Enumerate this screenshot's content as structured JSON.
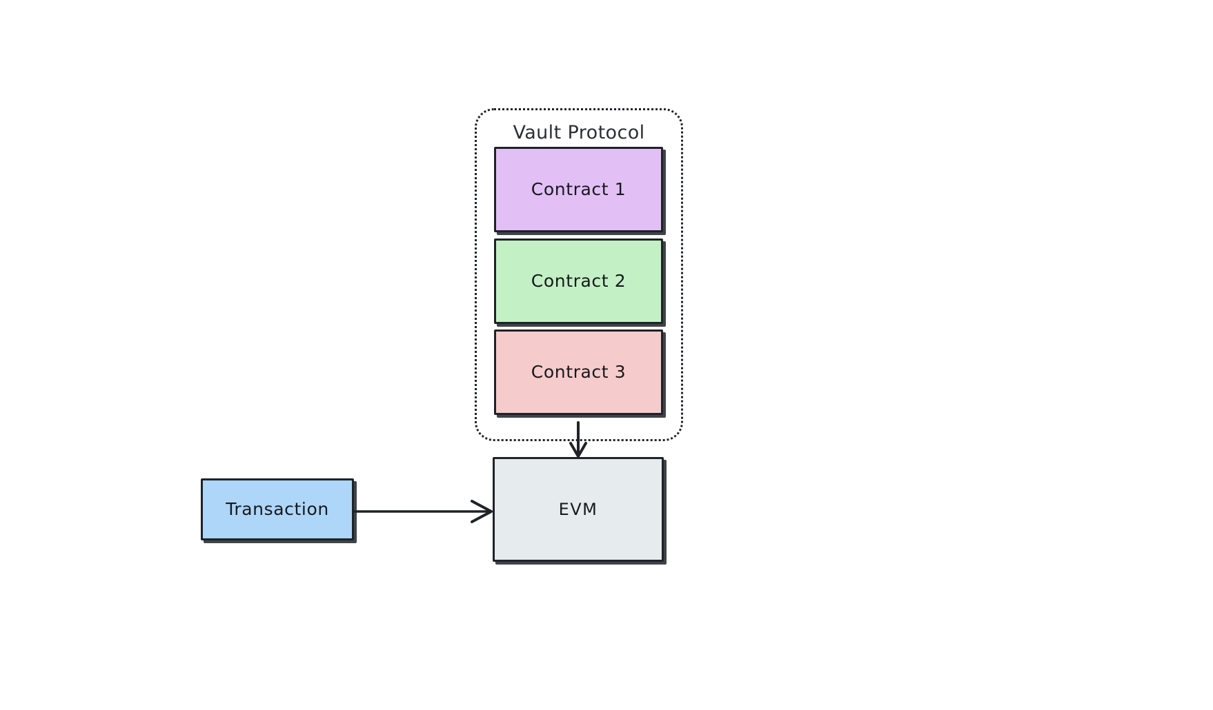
{
  "diagram": {
    "title_visible": false,
    "background": "#ffffff",
    "stroke_color": "#1f2227",
    "groups": [
      {
        "id": "vault-protocol",
        "label": "Vault Protocol",
        "border_style": "dotted",
        "fill": "transparent"
      }
    ],
    "nodes": [
      {
        "id": "contract-1",
        "label": "Contract 1",
        "fill": "#e2c0f5"
      },
      {
        "id": "contract-2",
        "label": "Contract 2",
        "fill": "#c3f0c5"
      },
      {
        "id": "contract-3",
        "label": "Contract 3",
        "fill": "#f6cbcb"
      },
      {
        "id": "evm",
        "label": "EVM",
        "fill": "#e6ebee"
      },
      {
        "id": "transaction",
        "label": "Transaction",
        "fill": "#aed6f8"
      }
    ],
    "edges": [
      {
        "id": "vault-to-evm",
        "from": "vault-protocol",
        "to": "evm",
        "label": "",
        "direction": "down",
        "arrowhead": "open-v"
      },
      {
        "id": "transaction-to-evm",
        "from": "transaction",
        "to": "evm",
        "label": "",
        "direction": "right",
        "arrowhead": "open-v"
      }
    ]
  },
  "labels": {
    "vault_protocol": "Vault Protocol",
    "contract_1": "Contract 1",
    "contract_2": "Contract 2",
    "contract_3": "Contract 3",
    "evm": "EVM",
    "transaction": "Transaction"
  },
  "colors": {
    "stroke": "#1f2227",
    "contract_1_fill": "#e2c0f5",
    "contract_2_fill": "#c3f0c5",
    "contract_3_fill": "#f6cbcb",
    "evm_fill": "#e6ebee",
    "transaction_fill": "#aed6f8",
    "background": "#ffffff"
  }
}
